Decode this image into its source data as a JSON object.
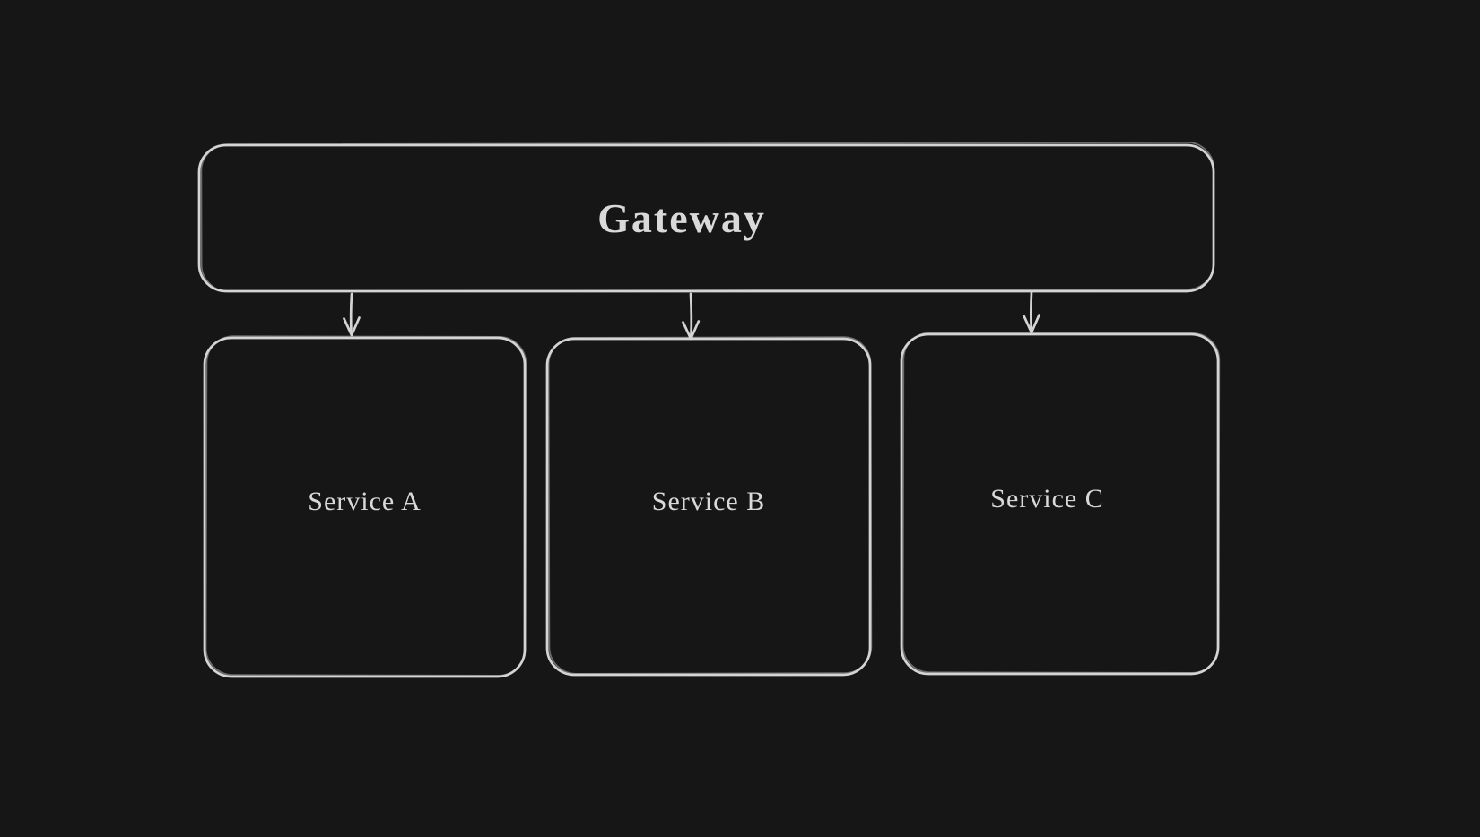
{
  "diagram": {
    "style": "hand-drawn-sketch-dark",
    "nodes": [
      {
        "id": "gateway",
        "label": "Gateway",
        "shape": "rounded-rectangle"
      },
      {
        "id": "service-a",
        "label": "Service A",
        "shape": "rounded-rectangle"
      },
      {
        "id": "service-b",
        "label": "Service B",
        "shape": "rounded-rectangle"
      },
      {
        "id": "service-c",
        "label": "Service C",
        "shape": "rounded-rectangle"
      }
    ],
    "edges": [
      {
        "from": "gateway",
        "to": "service-a",
        "type": "arrow",
        "direction": "down"
      },
      {
        "from": "gateway",
        "to": "service-b",
        "type": "arrow",
        "direction": "down"
      },
      {
        "from": "gateway",
        "to": "service-c",
        "type": "arrow",
        "direction": "down"
      }
    ]
  },
  "theme": {
    "canvas_background": "#161616",
    "shape_stroke": "#d4d4d4",
    "text_color": "#d9d9d9"
  }
}
